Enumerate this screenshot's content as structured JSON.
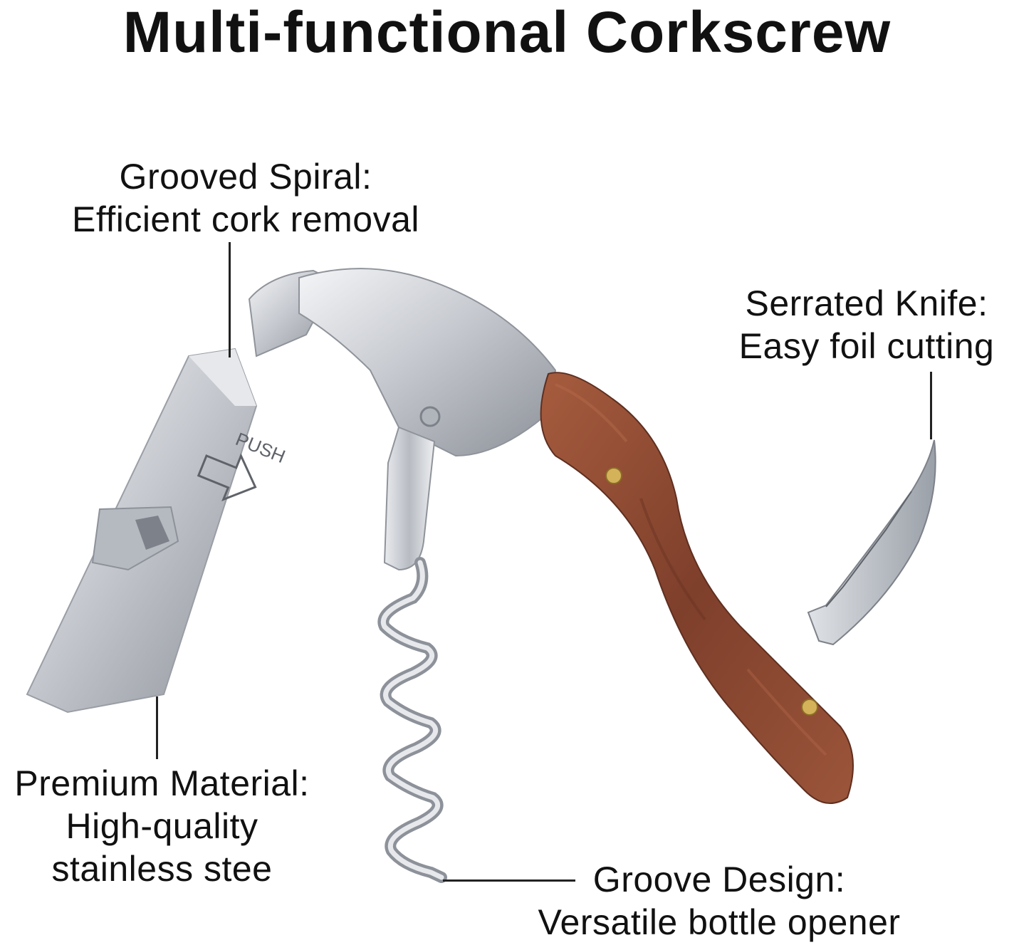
{
  "title": "Multi-functional Corkscrew",
  "features": {
    "spiral": {
      "heading": "Grooved Spiral:",
      "detail": "Efficient cork removal"
    },
    "knife": {
      "heading": "Serrated Knife:",
      "detail": "Easy foil cutting"
    },
    "material": {
      "heading": "Premium Material:",
      "detail_1": "High-quality",
      "detail_2": "stainless stee"
    },
    "groove": {
      "heading": "Groove Design:",
      "detail": "Versatile bottle opener"
    }
  },
  "product_image": {
    "push_text": "PUSH"
  },
  "colors": {
    "text": "#111111",
    "steel": "#c9ccd1",
    "wood": "#8a4a34",
    "rivet": "#d4b25a"
  }
}
